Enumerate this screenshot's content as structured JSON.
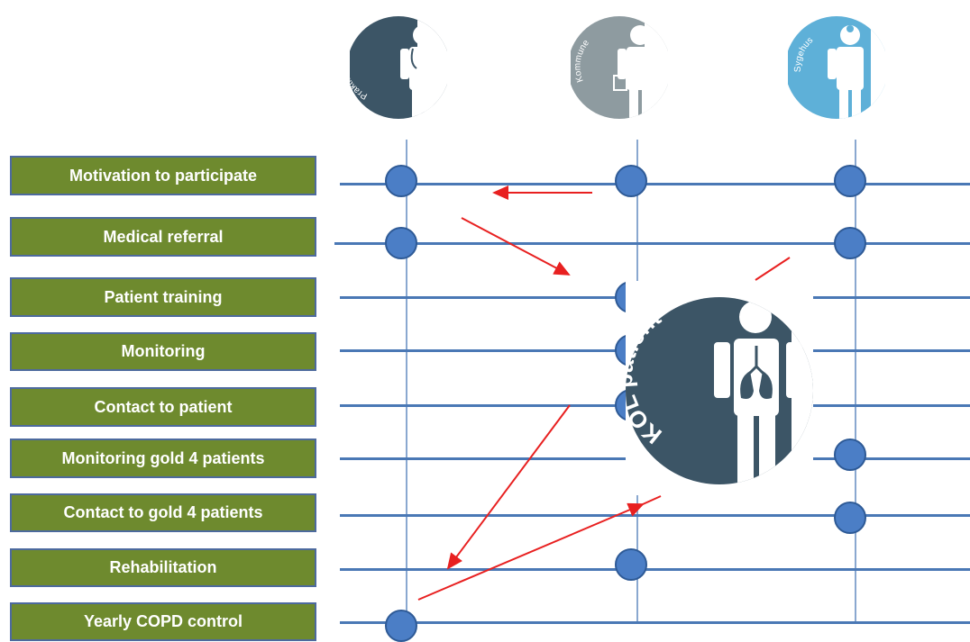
{
  "actors": [
    {
      "label": "Praktiserende læge",
      "color": "#3c5566"
    },
    {
      "label": "Kommune",
      "color": "#8e9ba0"
    },
    {
      "label": "Sygehus",
      "color": "#5eb0d8"
    }
  ],
  "tasks": [
    "Motivation to participate",
    "Medical referral",
    "Patient training",
    "Monitoring",
    "Contact to  patient",
    "Monitoring  gold 4 patients",
    "Contact to gold 4 patients",
    "Rehabilitation",
    "Yearly COPD control"
  ],
  "center_badge": {
    "label": "KOL patient",
    "color": "#3c5566"
  },
  "colors": {
    "task_bg": "#6e8a2e",
    "line": "#4a78b5",
    "node": "#4b7ec6",
    "arrow": "#e82020"
  }
}
